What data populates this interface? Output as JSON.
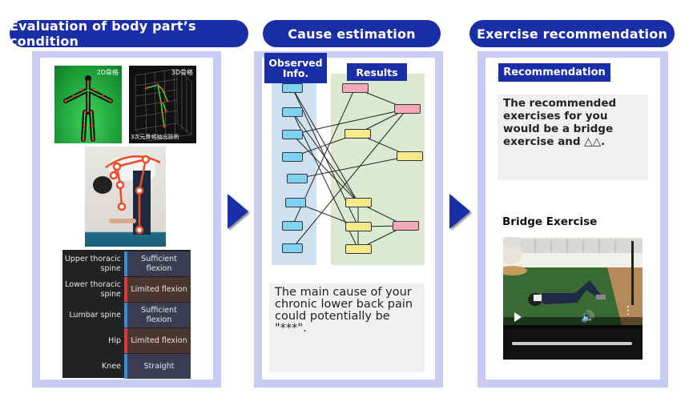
{
  "sections": [
    {
      "title": "Evaluation of body part’s condition"
    },
    {
      "title": "Cause estimation"
    },
    {
      "title": "Exercise recommendation"
    }
  ],
  "evaluation": {
    "image_2d_label": "2D骨格",
    "image_3d_label": "3D骨格",
    "image_3d_caption": "3次元骨格抽出技術",
    "table": [
      {
        "part": "Upper thoracic spine",
        "status": "Sufficient flexion",
        "state": "ok"
      },
      {
        "part": "Lower thoracic spine",
        "status": "Limited flexion",
        "state": "limited"
      },
      {
        "part": "Lumbar spine",
        "status": "Sufficient flexion",
        "state": "ok"
      },
      {
        "part": "Hip",
        "status": "Limited flexion",
        "state": "limited"
      },
      {
        "part": "Knee",
        "status": "Straight",
        "state": "ok"
      }
    ],
    "colors": {
      "ok_bar": "#2f8fd8",
      "ok_bg": "#3a3d52",
      "limited_bar": "#e03a3a",
      "limited_bg": "#4a3530"
    }
  },
  "cause": {
    "observed_label": "Observed Info.",
    "results_label": "Results",
    "result_text": "The main cause of your chronic lower back pain could potentially be \"***\"."
  },
  "exercise": {
    "recommendation_label": "Recommendation",
    "recommendation_text": "The recommended exercises for you would be a bridge exercise and △△.",
    "video_title": "Bridge Exercise",
    "video_progress": 0
  },
  "colors": {
    "brand": "#1a2ea8",
    "panel_border": "#c8ccf2"
  }
}
